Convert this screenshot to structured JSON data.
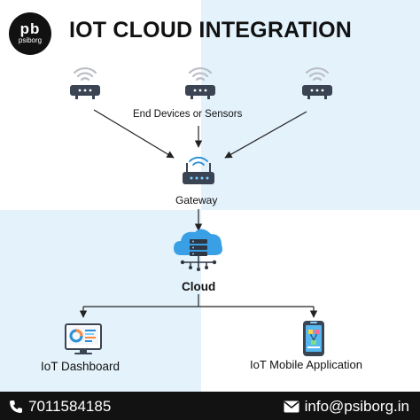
{
  "logo": {
    "mark": "pb",
    "name": "psiborg"
  },
  "title": "IOT CLOUD INTEGRATION",
  "labels": {
    "devices": "End Devices or Sensors",
    "gateway": "Gateway",
    "cloud": "Cloud",
    "dashboard": "IoT Dashboard",
    "mobile": "IoT Mobile Application"
  },
  "footer": {
    "phone": "7011584185",
    "email": "info@psiborg.in"
  },
  "icons": {
    "device": "wifi-router-icon",
    "gateway": "gateway-router-icon",
    "cloud": "cloud-server-icon",
    "dashboard": "dashboard-monitor-icon",
    "mobile": "mobile-phone-icon",
    "phone": "phone-icon",
    "mail": "mail-icon"
  },
  "colors": {
    "accent_bg": "#e4f2fb",
    "footer_bg": "#121212",
    "brand": "#111111"
  }
}
